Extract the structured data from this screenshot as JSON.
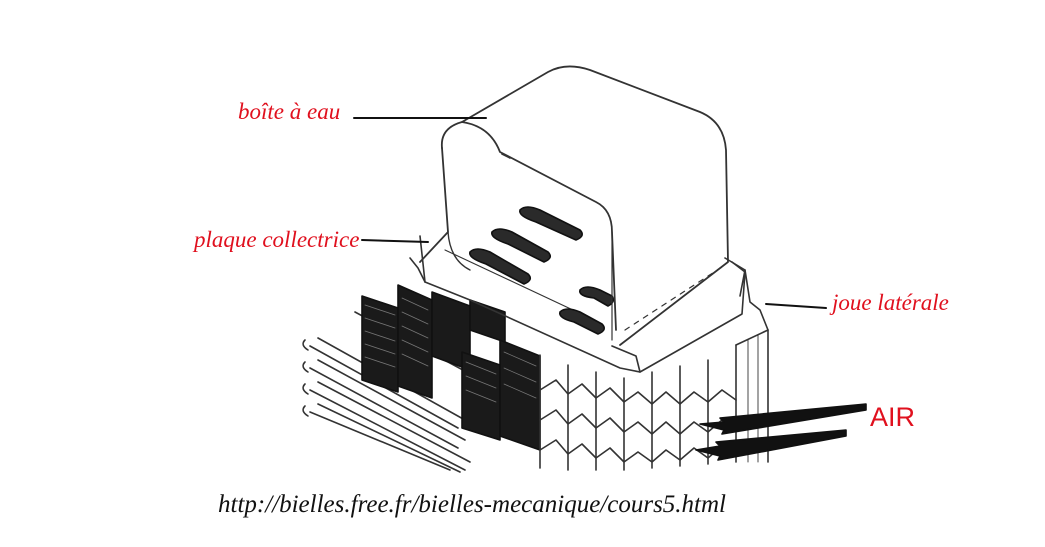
{
  "labels": {
    "water_box": "boîte à eau",
    "header_plate": "plaque collectrice",
    "side_plate": "joue latérale",
    "air": "AIR"
  },
  "source_url": "http://bielles.free.fr/bielles-mecanique/cours5.html",
  "colors": {
    "label": "#e0101e",
    "line": "#111111",
    "fin_dark": "#1a1a1a",
    "background": "#ffffff"
  }
}
